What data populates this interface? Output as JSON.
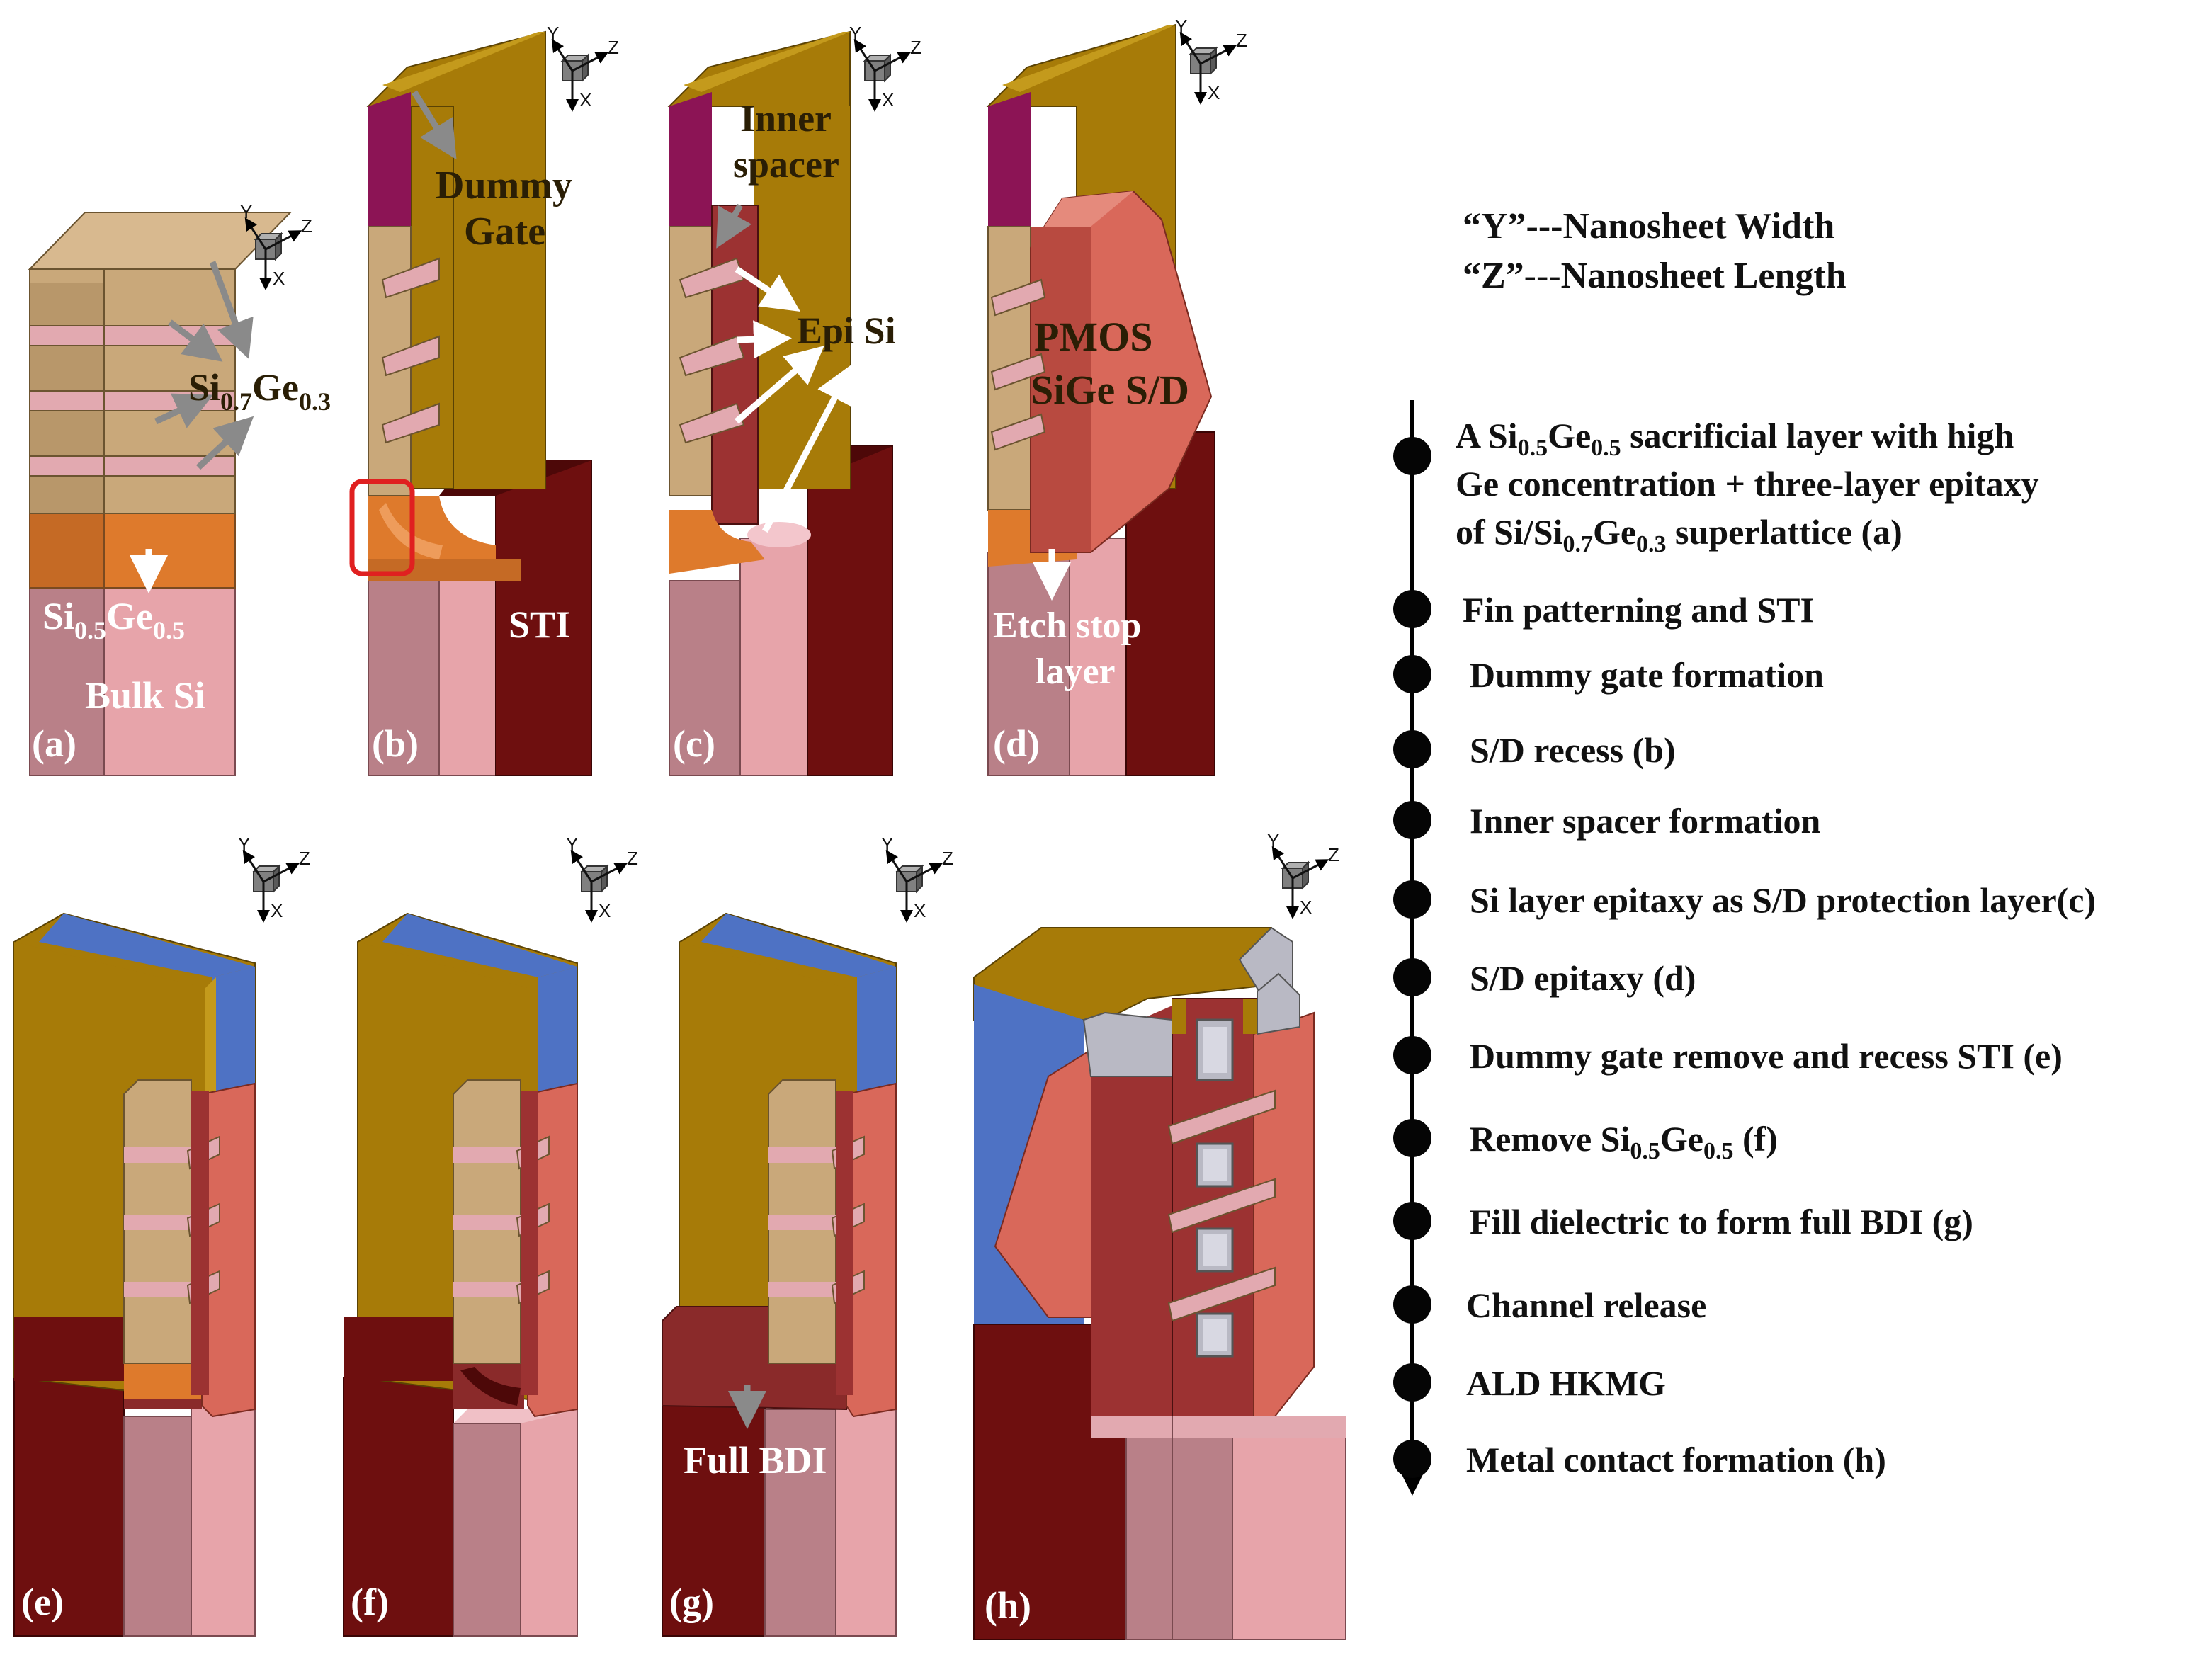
{
  "legend": {
    "y_line": "“Y”---Nanosheet Width",
    "z_line": "“Z”---Nanosheet Length"
  },
  "axes": {
    "x": "X",
    "y": "Y",
    "z": "Z"
  },
  "panels": [
    "(a)",
    "(b)",
    "(c)",
    "(d)",
    "(e)",
    "(f)",
    "(g)",
    "(h)"
  ],
  "labels": {
    "si07ge03_base": "Si",
    "si07ge03_sub1": "0.7",
    "si07ge03_mid": "Ge",
    "si07ge03_sub2": "0.3",
    "si05ge05_base": "Si",
    "si05ge05_sub1": "0.5",
    "si05ge05_mid": "Ge",
    "si05ge05_sub2": "0.5",
    "bulk_si": "Bulk Si",
    "dummy": "Dummy",
    "gate": "Gate",
    "sti": "STI",
    "inner": "Inner",
    "spacer": "spacer",
    "epi_si": "Epi Si",
    "pmos": "PMOS",
    "sige_sd": "SiGe S/D",
    "etch_stop": "Etch stop",
    "layer": "layer",
    "full_bdi": "Full BDI"
  },
  "steps": {
    "s1_l1_a": "A Si",
    "s1_l1_sub1": "0.5",
    "s1_l1_b": "Ge",
    "s1_l1_sub2": "0.5",
    "s1_l1_c": " sacrificial layer with high",
    "s1_l2": "Ge concentration + three-layer epitaxy",
    "s1_l3_a": "of Si/Si",
    "s1_l3_sub1": "0.7",
    "s1_l3_b": "Ge",
    "s1_l3_sub2": "0.3",
    "s1_l3_c": " superlattice (a)",
    "s2": "Fin patterning and STI",
    "s3": "Dummy gate formation",
    "s4": "S/D recess (b)",
    "s5": "Inner spacer formation",
    "s6": "Si layer epitaxy as S/D protection layer(c)",
    "s7": "S/D epitaxy (d)",
    "s8": "Dummy gate remove and recess STI (e)",
    "s9_a": "Remove Si",
    "s9_sub1": "0.5",
    "s9_b": "Ge",
    "s9_sub2": "0.5",
    "s9_c": " (f)",
    "s10": "Fill dielectric to form full BDI (g)",
    "s11": "Channel release",
    "s12": "ALD HKMG",
    "s13": "Metal contact formation (h)"
  },
  "colors": {
    "gate_gold": "#a77b08",
    "gate_gold_top": "#c49a1c",
    "magenta": "#8c1455",
    "blue": "#4e72c4",
    "sige": "#c9a87a",
    "sige_top": "#d8b98f",
    "si_pink": "#e2a9b0",
    "bulk_pink": "#e7a4aa",
    "bulk_dark": "#b98088",
    "sti": "#6e0f0f",
    "sti_dark": "#4d0808",
    "orange": "#de7a2c",
    "sd_red": "#d9685a",
    "spacer_red": "#9c3232",
    "bdi": "#8a2a2a",
    "cap_gray": "#b9b9c4",
    "highlight": "#e02020"
  }
}
